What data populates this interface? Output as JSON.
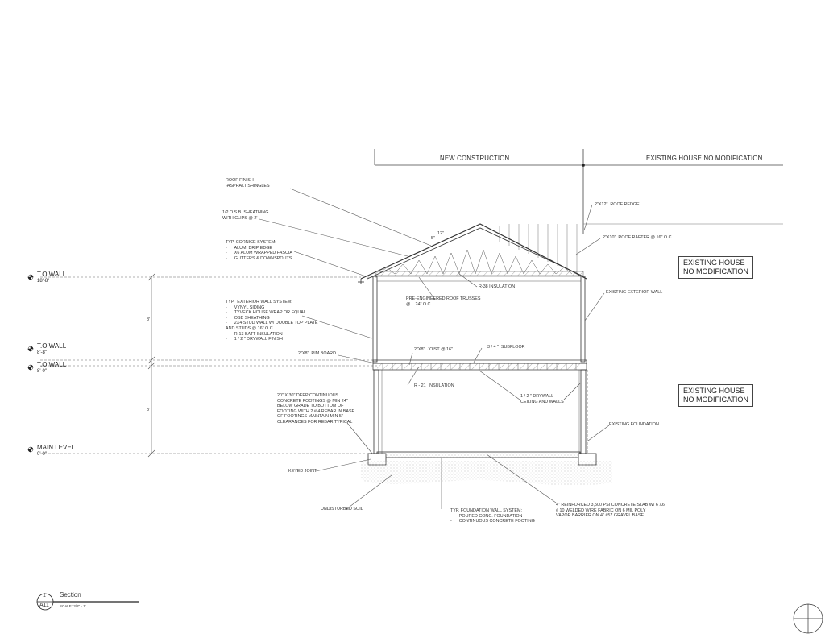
{
  "header": {
    "new_construction": "NEW CONSTRUCTION",
    "existing_house": "EXISTING HOUSE NO MODIFICATION"
  },
  "boxes": {
    "upper": "EXISTING HOUSE\nNO MODIFICATION",
    "lower": "EXISTING HOUSE\nNO MODIFICATION"
  },
  "levels": [
    {
      "name": "T.O WALL",
      "value": "18'-8\""
    },
    {
      "name": "T.O WALL",
      "value": "8'-8\""
    },
    {
      "name": "T.O WALL",
      "value": "8'-0\""
    },
    {
      "name": "MAIN LEVEL",
      "value": "0'-0\""
    }
  ],
  "dimensions": {
    "upper": "8'",
    "lower": "8'"
  },
  "roof_pitch": {
    "run": "12\"",
    "rise": "5\""
  },
  "notes_left": {
    "roof_finish": "ROOF FINISH\n-ASPHALT SHINGLES",
    "sheathing": "1/2 O.S.B. SHEATHING\nWITH CLIPS @ 2'",
    "cornice": "TYP. CORNICE SYSTEM:\n-      ALUM. DRIP EDGE\n-      X6 ALUM WRAPPED FASCIA\n-      GUTTERS & DOWNSPOUTS",
    "wall_system": "TYP.  EXTERIOR WALL SYSTEM:\n-      VYNYL SIDING\n-      TYVECK HOUSE WRAP OR EQUAL\n-      OSB SHEATHING\n-      2X4 STUD WALL W/ DOUBLE TOP PLATE\nAND STUDS @ 16\" O.C.\n-      R-13 BATT INSULATION\n-      1 / 2 \" DRYWALL FINISH",
    "rim_board": "2\"X8\"  RIM BOARD",
    "footings": "20\" X 30\" DEEP CONTINUOUS\nCONCRETE FOOTINGS @ MIN 24\"\nBELOW GRADE TO BOTTOM OF\nFOOTING WITH 2 # 4 REBAR IN BASE\nOF FOOTINGS MAINTAIN MIN 5\"\nCLEARANCES FOR REBAR TYPICAL",
    "keyed_joint": "KEYED JOINT",
    "soil": "UNDISTURBED SOIL"
  },
  "notes_center": {
    "trusses": "PRE-ENGINEERED ROOF TRUSSES\n@    24\" O.C.",
    "r38": "R-38 INSULATION",
    "joist": "2\"X8\"  JOIST @ 16\"",
    "subfloor": "3 / 4 \"  SUBFLOOR",
    "r21": "R - 21  INSULATION",
    "drywall": "1 / 2 \" DRYWALL\nCEILING AND WALLS",
    "foundation_wall": "TYP. FOUNDATION WALL SYSTEM:\n-      POURED CONC. FOUNDATION\n-      CONTINUOUS CONCRETE FOOTING",
    "slab": "4\" REINFORCED 3,500 PSI CONCRETE SLAB W/ 6 X6\n# 10 WELDED WIRE FABRIC ON 6 MIL POLY\nVAPOR BARRIER ON 4\" #57 GRAVEL BASE"
  },
  "notes_right": {
    "ridge": "2\"X12\"  ROOF REDGE",
    "rafter": "2\"X10\"  ROOF RAFTER @ 16\" O.C",
    "ext_wall": "EXISTING EXTERIOR WALL",
    "ext_foundation": "EXISTING FOUNDATION"
  },
  "title_block": {
    "number": "1",
    "sheet": "A11",
    "title": "Section",
    "scale": "SCALE: 3/8\" - 1'"
  }
}
